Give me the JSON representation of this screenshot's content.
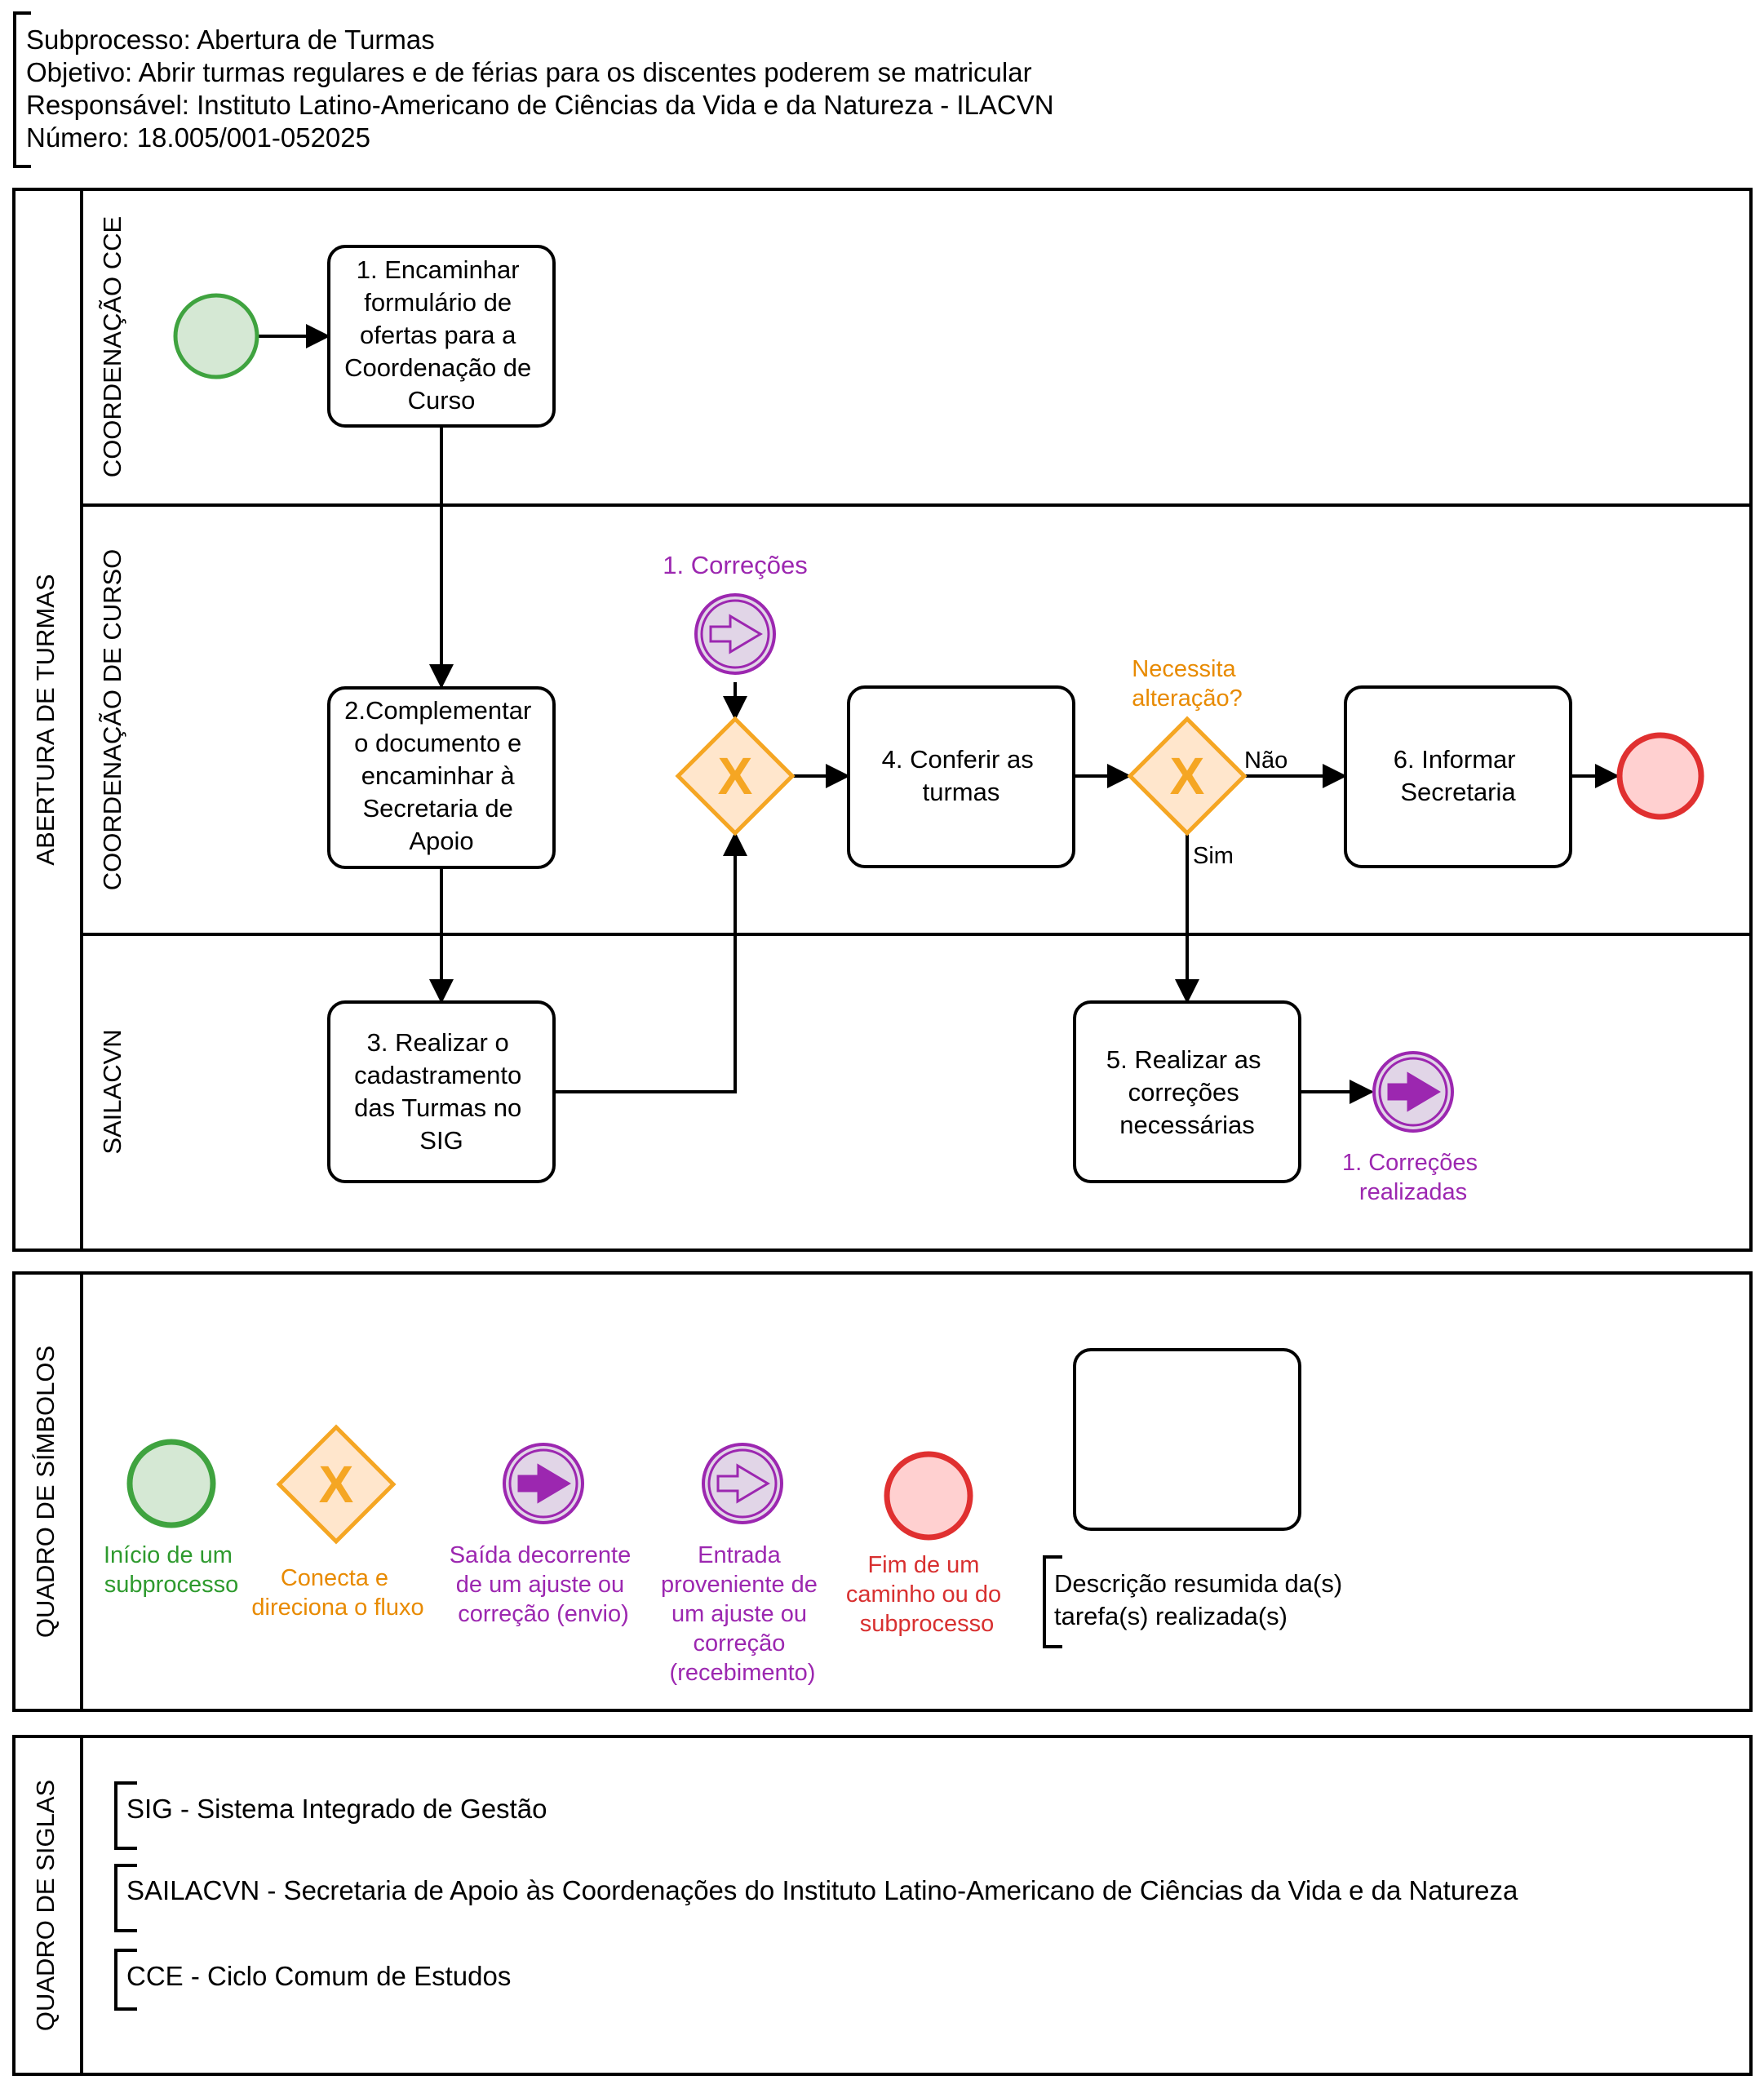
{
  "header": {
    "lines": [
      "Subprocesso: Abertura de Turmas",
      "Objetivo: Abrir turmas regulares e de férias para os discentes poderem se matricular",
      "Responsável: Instituto Latino-Americano de Ciências da Vida e da Natureza - ILACVN",
      "Número: 18.005/001-052025"
    ]
  },
  "pool": {
    "name": "ABERTURA DE TURMAS",
    "lanes": [
      "COORDENAÇÃO CCE",
      "COORDENAÇÃO DE CURSO",
      "SAILACVN"
    ]
  },
  "tasks": {
    "t1": [
      "1. Encaminhar",
      "formulário de",
      "ofertas para a",
      "Coordenação de",
      "Curso"
    ],
    "t2": [
      "2.Complementar",
      "o documento e",
      "encaminhar à",
      "Secretaria de",
      "Apoio"
    ],
    "t3": [
      "3. Realizar o",
      "cadastramento",
      "das Turmas no",
      "SIG"
    ],
    "t4": [
      "4. Conferir as",
      "turmas"
    ],
    "t5": [
      "5. Realizar as",
      "correções",
      "necessárias"
    ],
    "t6": [
      "6. Informar",
      "Secretaria"
    ]
  },
  "events": {
    "incoming_label": "1. Correções",
    "outgoing_label": [
      "1. Correções",
      "realizadas"
    ]
  },
  "gateways": {
    "decision_label": [
      "Necessita",
      "alteração?"
    ],
    "no_label": "Não",
    "yes_label": "Sim",
    "symbol": "X"
  },
  "legend": {
    "title": "QUADRO DE SÍMBOLOS",
    "start": [
      "Início de um",
      "subprocesso"
    ],
    "gateway": [
      "Conecta e",
      "direciona o fluxo"
    ],
    "throw": [
      "Saída decorrente",
      "de um ajuste ou",
      "correção (envio)"
    ],
    "catch": [
      "Entrada",
      "proveniente de",
      "um ajuste ou",
      "correção",
      "(recebimento)"
    ],
    "end": [
      "Fim de um",
      "caminho ou do",
      "subprocesso"
    ],
    "task": [
      "Descrição resumida da(s)",
      "tarefa(s) realizada(s)"
    ]
  },
  "acronyms": {
    "title": "QUADRO DE SIGLAS",
    "items": [
      "SIG - Sistema Integrado de Gestão",
      "SAILACVN - Secretaria de Apoio às Coordenações do Instituto Latino-Americano de Ciências da Vida e da Natureza",
      "CCE - Ciclo Comum de Estudos"
    ]
  },
  "colors": {
    "start_fill": "#d5e8d4",
    "start_stroke": "#3fa33f",
    "start_text": "#2e9a2e",
    "gateway_fill": "#ffe6cc",
    "gateway_stroke": "#f5a623",
    "gateway_text": "#e88a00",
    "event_fill": "#e1d5e7",
    "event_stroke": "#9c27b0",
    "event_text": "#9c27b0",
    "end_fill": "#ffd0d0",
    "end_stroke": "#e03030",
    "end_text": "#d83030"
  }
}
